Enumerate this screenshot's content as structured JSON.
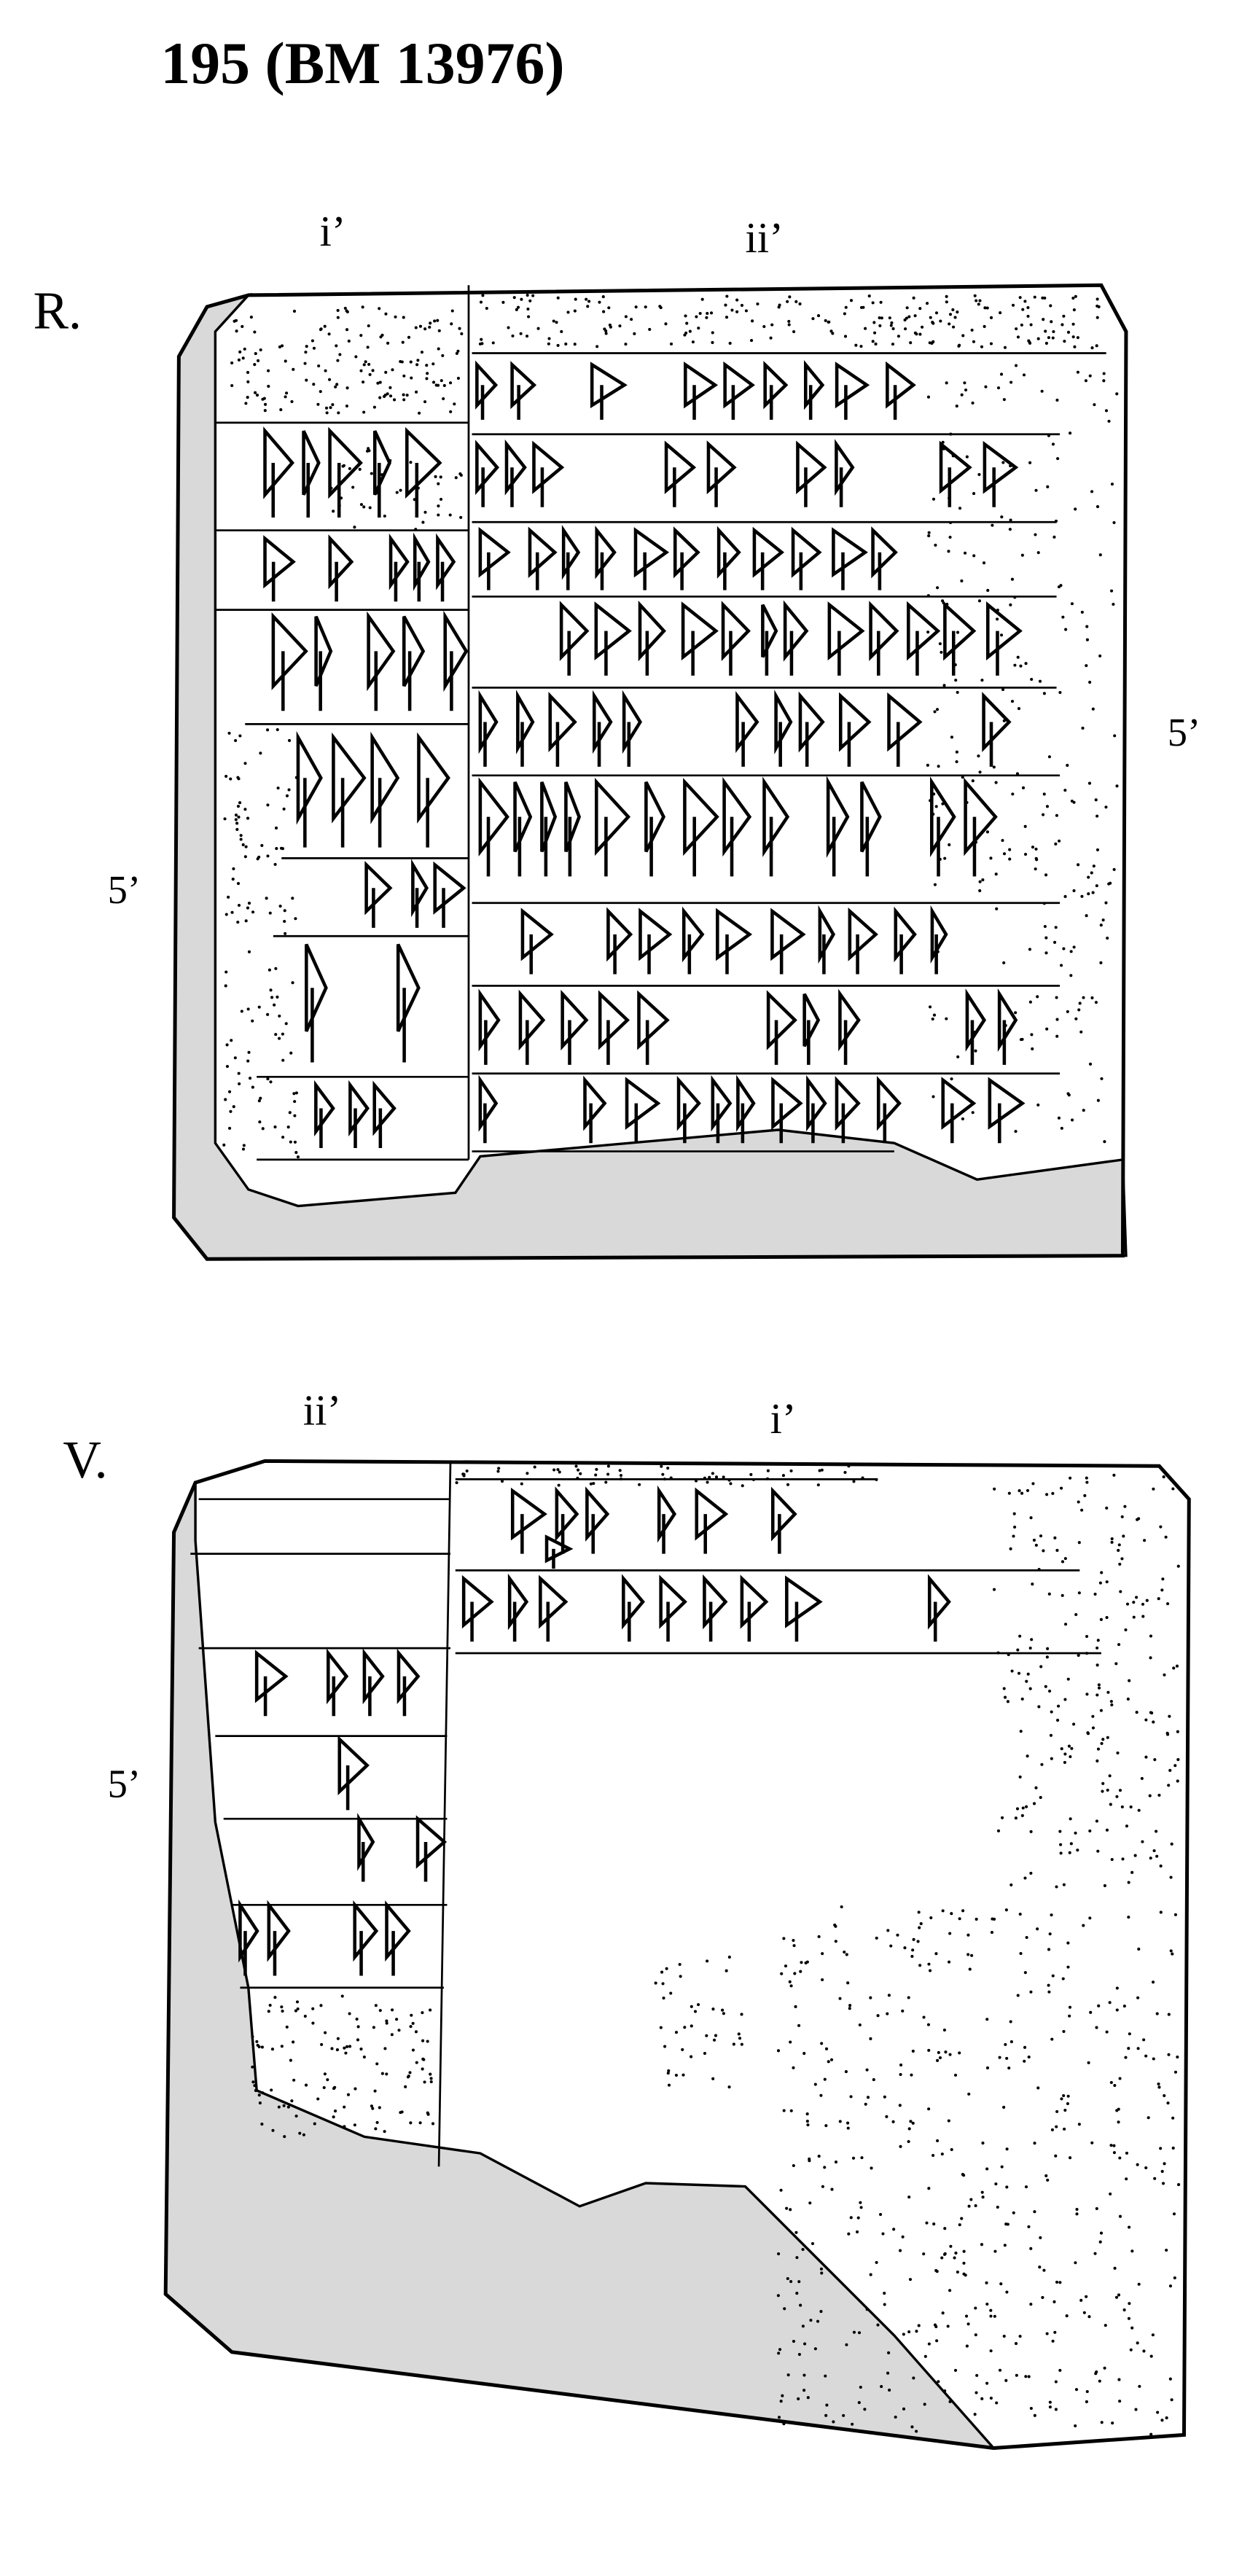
{
  "title": "195  (BM 13976)",
  "obverse": {
    "side_label": "R.",
    "column_labels": [
      "i’",
      "ii’"
    ],
    "line_markers": [
      "5’",
      "5’"
    ]
  },
  "reverse": {
    "side_label": "V.",
    "column_labels": [
      "ii’",
      "i’"
    ],
    "line_markers": [
      "5’"
    ]
  }
}
